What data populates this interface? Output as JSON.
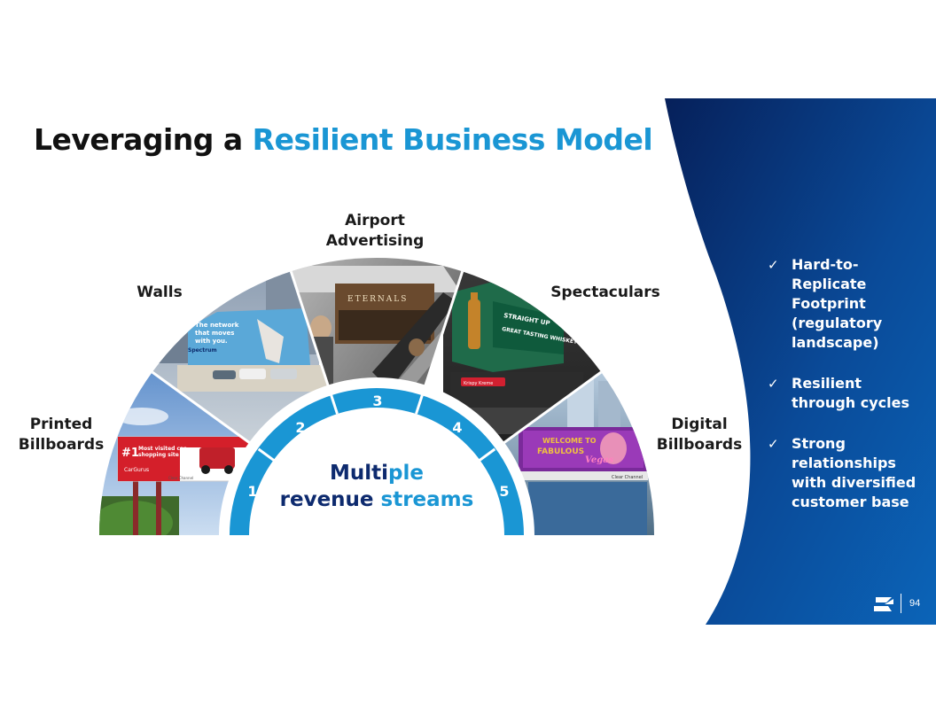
{
  "title": {
    "prefix": "Leveraging a",
    "accent": "Resilient Business Model"
  },
  "segments": {
    "printed": {
      "label_line1": "Printed",
      "label_line2": "Billboards",
      "ad_text_line1": "Most visited car",
      "ad_text_line2": "shopping site",
      "ad_rank": "#1",
      "ad_brand": "CarGurus",
      "ad_footer": "Clear Channel"
    },
    "walls": {
      "label": "Walls",
      "mural_line1": "The network",
      "mural_line2": "that moves",
      "mural_line3": "with you.",
      "brand": "Spectrum"
    },
    "airport": {
      "label_line1": "Airport",
      "label_line2": "Advertising",
      "poster_text": "ETERNALS"
    },
    "spectaculars": {
      "label": "Spectaculars",
      "sign_line1": "STRAIGHT UP",
      "sign_line2": "GREAT TASTING WHISKEY",
      "store_sign": "Krispy Kreme"
    },
    "digital": {
      "label_line1": "Digital",
      "label_line2": "Billboards",
      "sign_line1": "WELCOME TO",
      "sign_line2": "FABULOUS",
      "sign_script": "Vegas",
      "footer": "Clear Channel"
    }
  },
  "ring_numbers": [
    "1",
    "2",
    "3",
    "4",
    "5"
  ],
  "center": {
    "w1_dark": "Multi",
    "w1_light": "ple",
    "w2_dark": "revenue ",
    "w2_light": "streams"
  },
  "bullets": [
    {
      "check": "✓",
      "text": "Hard-to-Replicate Footprint (regulatory landscape)"
    },
    {
      "check": "✓",
      "text": "Resilient through cycles"
    },
    {
      "check": "✓",
      "text": "Strong relationships with diversified customer base"
    }
  ],
  "page_number": "94",
  "colors": {
    "accent": "#1a96d4",
    "navy": "#0d2a6e",
    "panel_light": "#0a60b4",
    "panel_dark": "#04205a"
  }
}
